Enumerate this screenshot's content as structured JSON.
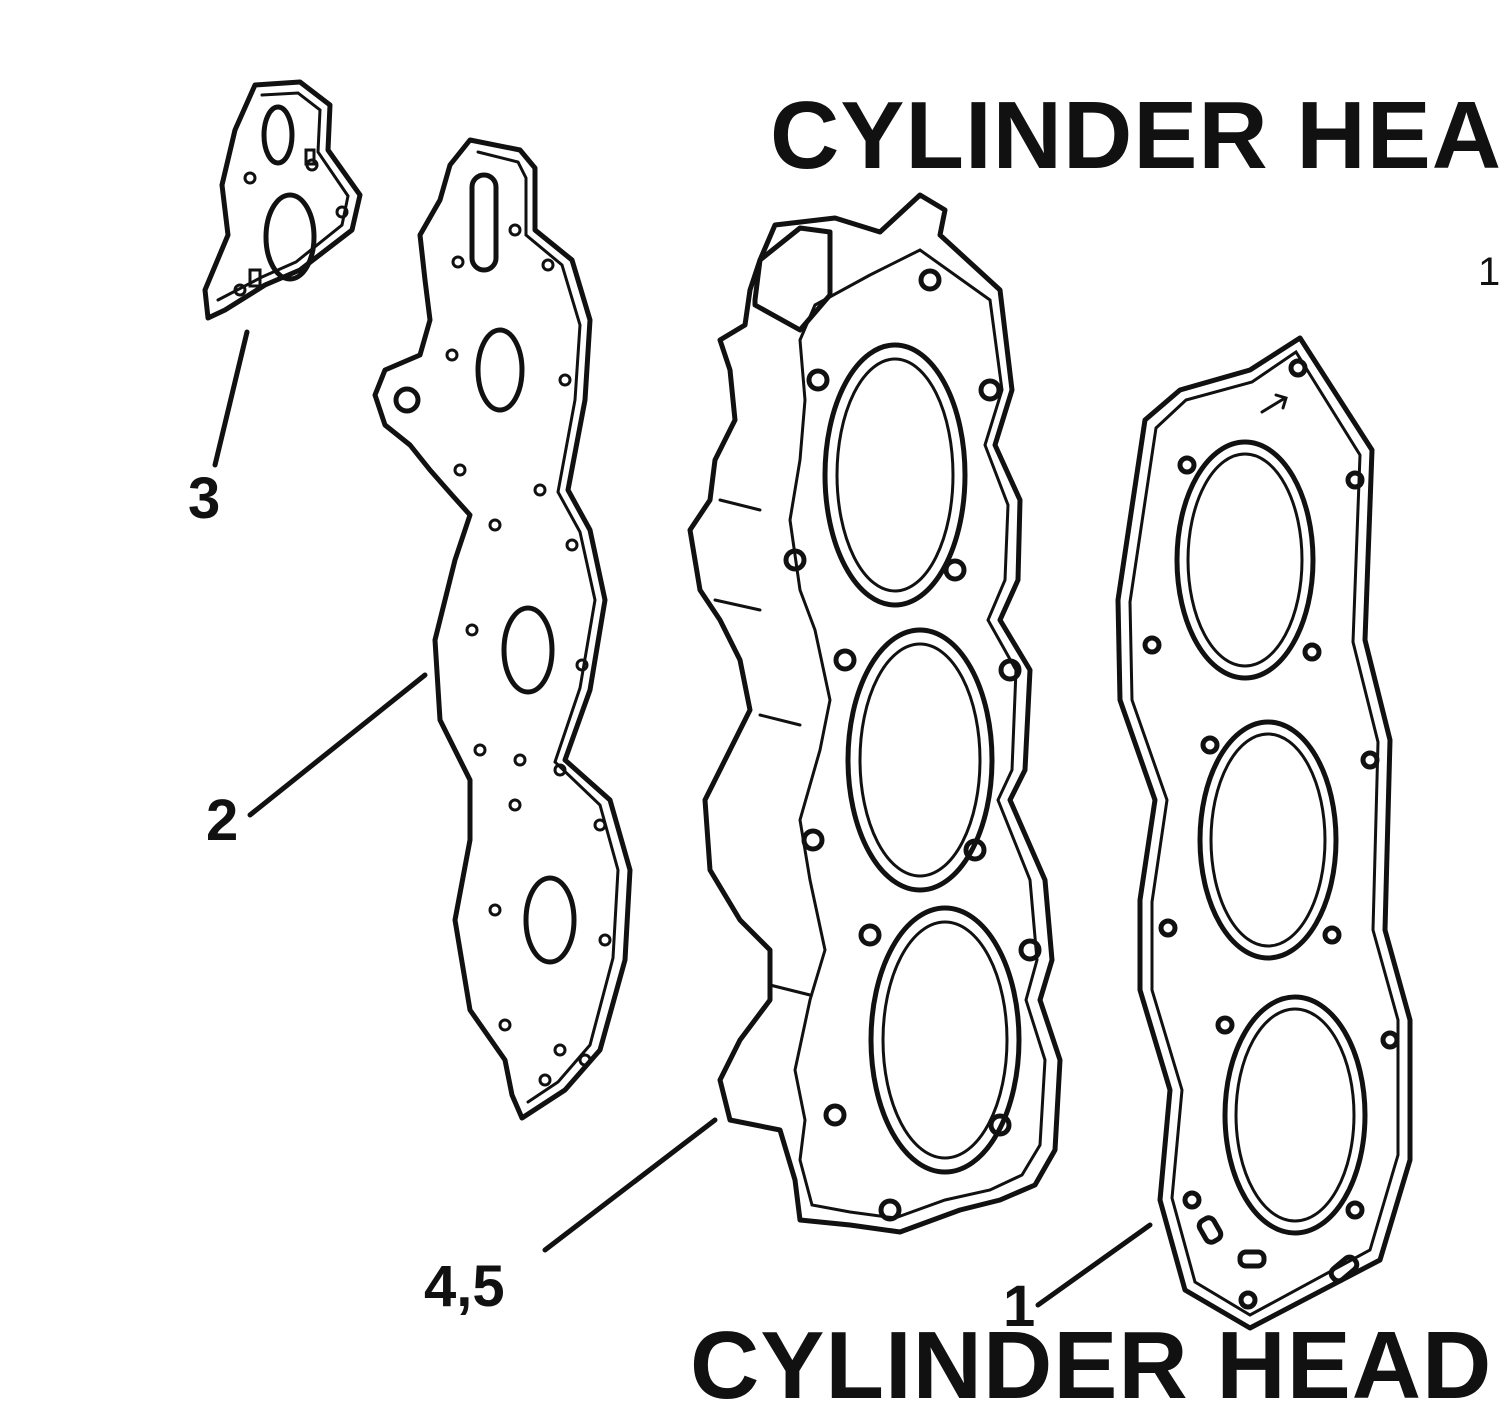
{
  "titles": {
    "top": "CYLINDER HEA",
    "bottom": "CYLINDER HEAD"
  },
  "edge_number": "1",
  "callouts": [
    {
      "id": "3",
      "label": "3"
    },
    {
      "id": "2",
      "label": "2"
    },
    {
      "id": "4_5",
      "label": "4,5"
    },
    {
      "id": "1",
      "label": "1"
    }
  ]
}
